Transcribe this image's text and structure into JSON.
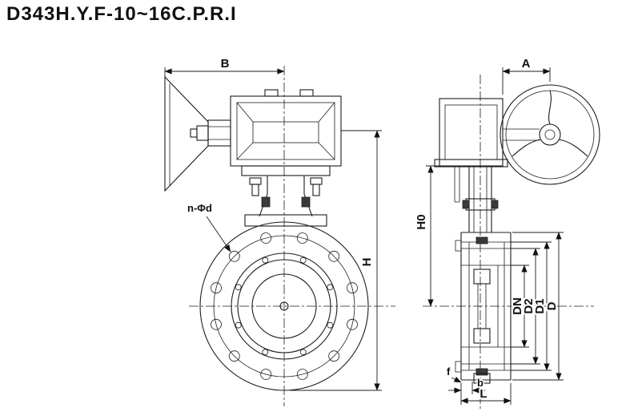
{
  "title": "D343H.Y.F-10~16C.P.R.I",
  "dimensions": {
    "B": "B",
    "A": "A",
    "H": "H",
    "H0": "H0",
    "DN": "DN",
    "D2": "D2",
    "D1": "D1",
    "D": "D",
    "L": "L",
    "b": "b",
    "f": "f",
    "bolt_holes_note": "n-Φd"
  },
  "colors": {
    "line": "#1c1c1c",
    "background": "#ffffff"
  }
}
